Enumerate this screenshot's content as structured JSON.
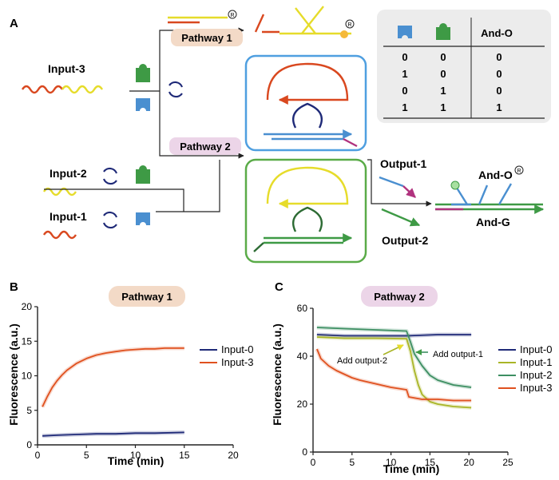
{
  "colors": {
    "red": "#d9481f",
    "yellow": "#e6dc2b",
    "blue_strand": "#4a8fd0",
    "navy": "#1f2a78",
    "green": "#3e9a45",
    "dark_green": "#2d6b34",
    "magenta": "#b0327e",
    "blue_box": "#4f9fe0",
    "green_box": "#5aab48",
    "path1_pill": "#f3dac7",
    "path2_pill": "#ecd5e8",
    "table_bg": "#ececec",
    "orange_curve": "#e0511f",
    "olive_curve": "#a9b526",
    "teal_curve": "#3d8f62"
  },
  "panel_a": {
    "letter": "A",
    "input3": "Input-3",
    "input2": "Input-2",
    "input1": "Input-1",
    "pathway1": "Pathway 1",
    "pathway2": "Pathway 2",
    "output1": "Output-1",
    "output2": "Output-2",
    "and_o": "And-O",
    "and_g": "And-G",
    "fluor_symbol": "R",
    "table": {
      "header_right": "And-O",
      "rows": [
        [
          "0",
          "0",
          "0"
        ],
        [
          "1",
          "0",
          "0"
        ],
        [
          "0",
          "1",
          "0"
        ],
        [
          "1",
          "1",
          "1"
        ]
      ]
    }
  },
  "panel_b": {
    "letter": "B",
    "pill": "Pathway 1",
    "ylabel": "Fluorescence (a.u.)",
    "xlabel": "Time (min)",
    "xticks": [
      "0",
      "5",
      "10",
      "15",
      "20"
    ],
    "yticks": [
      "0",
      "5",
      "10",
      "15",
      "20"
    ],
    "legend": [
      "Input-0",
      "Input-3"
    ]
  },
  "panel_c": {
    "letter": "C",
    "pill": "Pathway 2",
    "ylabel": "Fluorescence (a.u.)",
    "xlabel": "Time (min)",
    "xticks": [
      "0",
      "5",
      "10",
      "15",
      "20",
      "25"
    ],
    "yticks": [
      "0",
      "20",
      "40",
      "60"
    ],
    "legend": [
      "Input-0",
      "Input-1",
      "Input-2",
      "Input-3"
    ],
    "annot_output2": "Add output-2",
    "annot_output1": "Add output-1"
  },
  "chart_data": [
    {
      "type": "line",
      "title": "Pathway 1",
      "xlabel": "Time (min)",
      "ylabel": "Fluorescence (a.u.)",
      "xlim": [
        0,
        20
      ],
      "ylim": [
        0,
        20
      ],
      "legend": "right",
      "series": [
        {
          "name": "Input-0",
          "x": [
            0.5,
            2,
            4,
            6,
            8,
            10,
            12,
            15
          ],
          "y": [
            1.3,
            1.4,
            1.5,
            1.6,
            1.6,
            1.7,
            1.7,
            1.8
          ]
        },
        {
          "name": "Input-3",
          "x": [
            0.5,
            1,
            1.5,
            2,
            2.5,
            3,
            4,
            5,
            6,
            7,
            8,
            9,
            10,
            11,
            12,
            13,
            14,
            15
          ],
          "y": [
            5.5,
            7.0,
            8.3,
            9.3,
            10.1,
            10.8,
            11.8,
            12.5,
            13.0,
            13.3,
            13.5,
            13.7,
            13.8,
            13.9,
            13.9,
            14.0,
            14.0,
            14.0
          ]
        }
      ]
    },
    {
      "type": "line",
      "title": "Pathway 2",
      "xlabel": "Time (min)",
      "ylabel": "Fluorescence (a.u.)",
      "xlim": [
        0,
        25
      ],
      "ylim": [
        0,
        60
      ],
      "legend": "right",
      "annotations": [
        "Add output-2",
        "Add output-1"
      ],
      "series": [
        {
          "name": "Input-0",
          "x": [
            0.5,
            4,
            8,
            12,
            16,
            20.3
          ],
          "y": [
            49,
            48.5,
            48.5,
            48.5,
            49,
            49
          ]
        },
        {
          "name": "Input-1",
          "x": [
            0.5,
            4,
            8,
            12,
            12.5,
            13,
            13.5,
            14,
            15,
            16,
            18,
            20.3
          ],
          "y": [
            48,
            47.5,
            47.5,
            47.3,
            42,
            34,
            28,
            24,
            21,
            20,
            19,
            18.5
          ]
        },
        {
          "name": "Input-2",
          "x": [
            0.5,
            4,
            8,
            12,
            12.5,
            13,
            14,
            15,
            16,
            18,
            20.3
          ],
          "y": [
            52,
            51.5,
            51,
            50.5,
            46,
            41,
            36,
            32,
            30,
            28,
            27
          ]
        },
        {
          "name": "Input-3",
          "x": [
            0.5,
            1,
            2,
            3,
            4,
            5,
            6,
            8,
            10,
            12,
            12.3,
            14,
            16,
            18,
            20.3
          ],
          "y": [
            43,
            39,
            36,
            34,
            32.5,
            31,
            30,
            28.5,
            27,
            26,
            23,
            22,
            22,
            21.5,
            21.5
          ]
        }
      ]
    }
  ]
}
